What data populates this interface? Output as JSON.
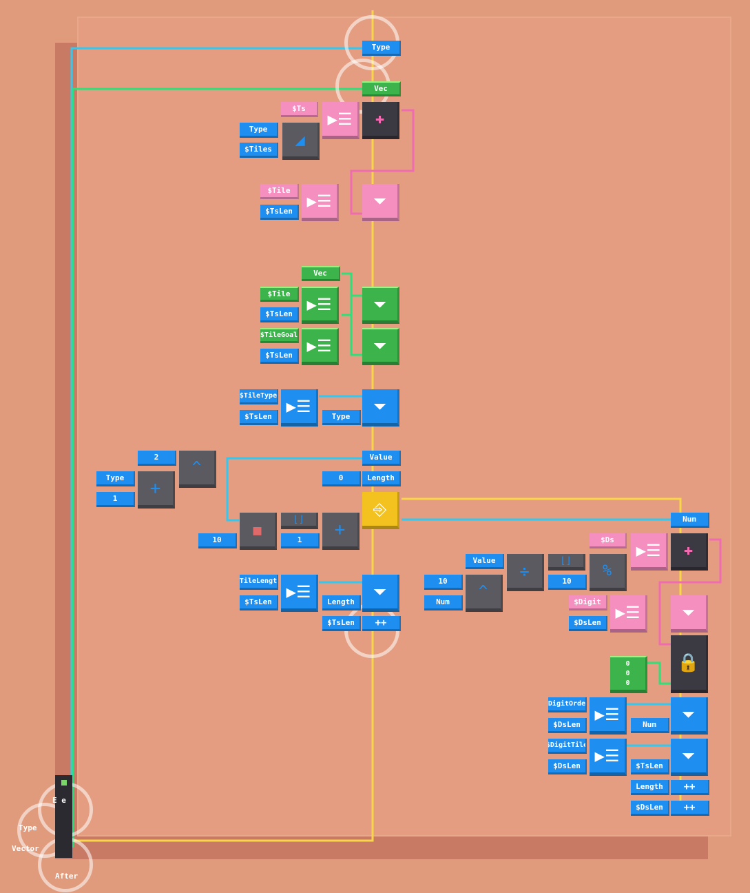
{
  "colors": {
    "background": "#e09a7c",
    "blue": "#1e8ff0",
    "pink": "#f48fc0",
    "green": "#3cb44b",
    "yellow_wire": "#f9d54a",
    "cyan_wire": "#32c8f0",
    "green_wire": "#2ee07a",
    "pink_wire": "#f06cb0",
    "node_dark": "#3b3941"
  },
  "labels": {
    "type_top": "Type",
    "vec_top": "Vec",
    "ts": "$Ts",
    "type_a": "Type",
    "tiles": "$Tiles",
    "tile_a": "$Tile",
    "tslen_a": "$TsLen",
    "vec_mid": "Vec",
    "tile_b": "$Tile",
    "tslen_b": "$TsLen",
    "tilegoal": "$TileGoal",
    "tslen_c": "$TsLen",
    "tiletype": "$TileType",
    "tslen_d": "$TsLen",
    "type_b": "Type",
    "two": "2",
    "type_c": "Type",
    "one_a": "1",
    "value_a": "Value",
    "zero": "0",
    "length_a": "Length",
    "ten_a": "10",
    "one_b": "1",
    "tilelength": "$TileLength",
    "tslen_e": "$TsLen",
    "length_b": "Length",
    "tslen_f": "$TsLen",
    "plusplus_a": "++",
    "num_a": "Num",
    "ds": "$Ds",
    "value_b": "Value",
    "ten_b": "10",
    "ten_c": "10",
    "num_b": "Num",
    "digit": "$Digit",
    "dslen_a": "$DsLen",
    "matrix_0": "0",
    "matrix_1": "0",
    "matrix_2": "0",
    "digitorder": "$DigitOrder",
    "dslen_b": "$DsLen",
    "num_c": "Num",
    "digittile": "$DigitTile",
    "dslen_c": "$DsLen",
    "tslen_g": "$TsLen",
    "length_c": "Length",
    "plusplus_b": "++",
    "dslen_d": "$DsLen",
    "plusplus_c": "++"
  },
  "side_panel": {
    "inputs": [
      "Type",
      "Vector"
    ],
    "partial_label": "E    e",
    "output": "After"
  },
  "icons": {
    "tri_list": "triangle-list-icon",
    "slope": "slope-icon",
    "plus": "plus-icon",
    "insert": "insert-down-icon",
    "caret": "caret-up-icon",
    "loop": "loop-exit-icon",
    "divide": "divide-icon",
    "percent": "percent-icon",
    "lock": "lock-icon",
    "add_pink": "add-pink-icon",
    "floor": "floor-bracket-icon",
    "apple": "random-apple-icon"
  }
}
